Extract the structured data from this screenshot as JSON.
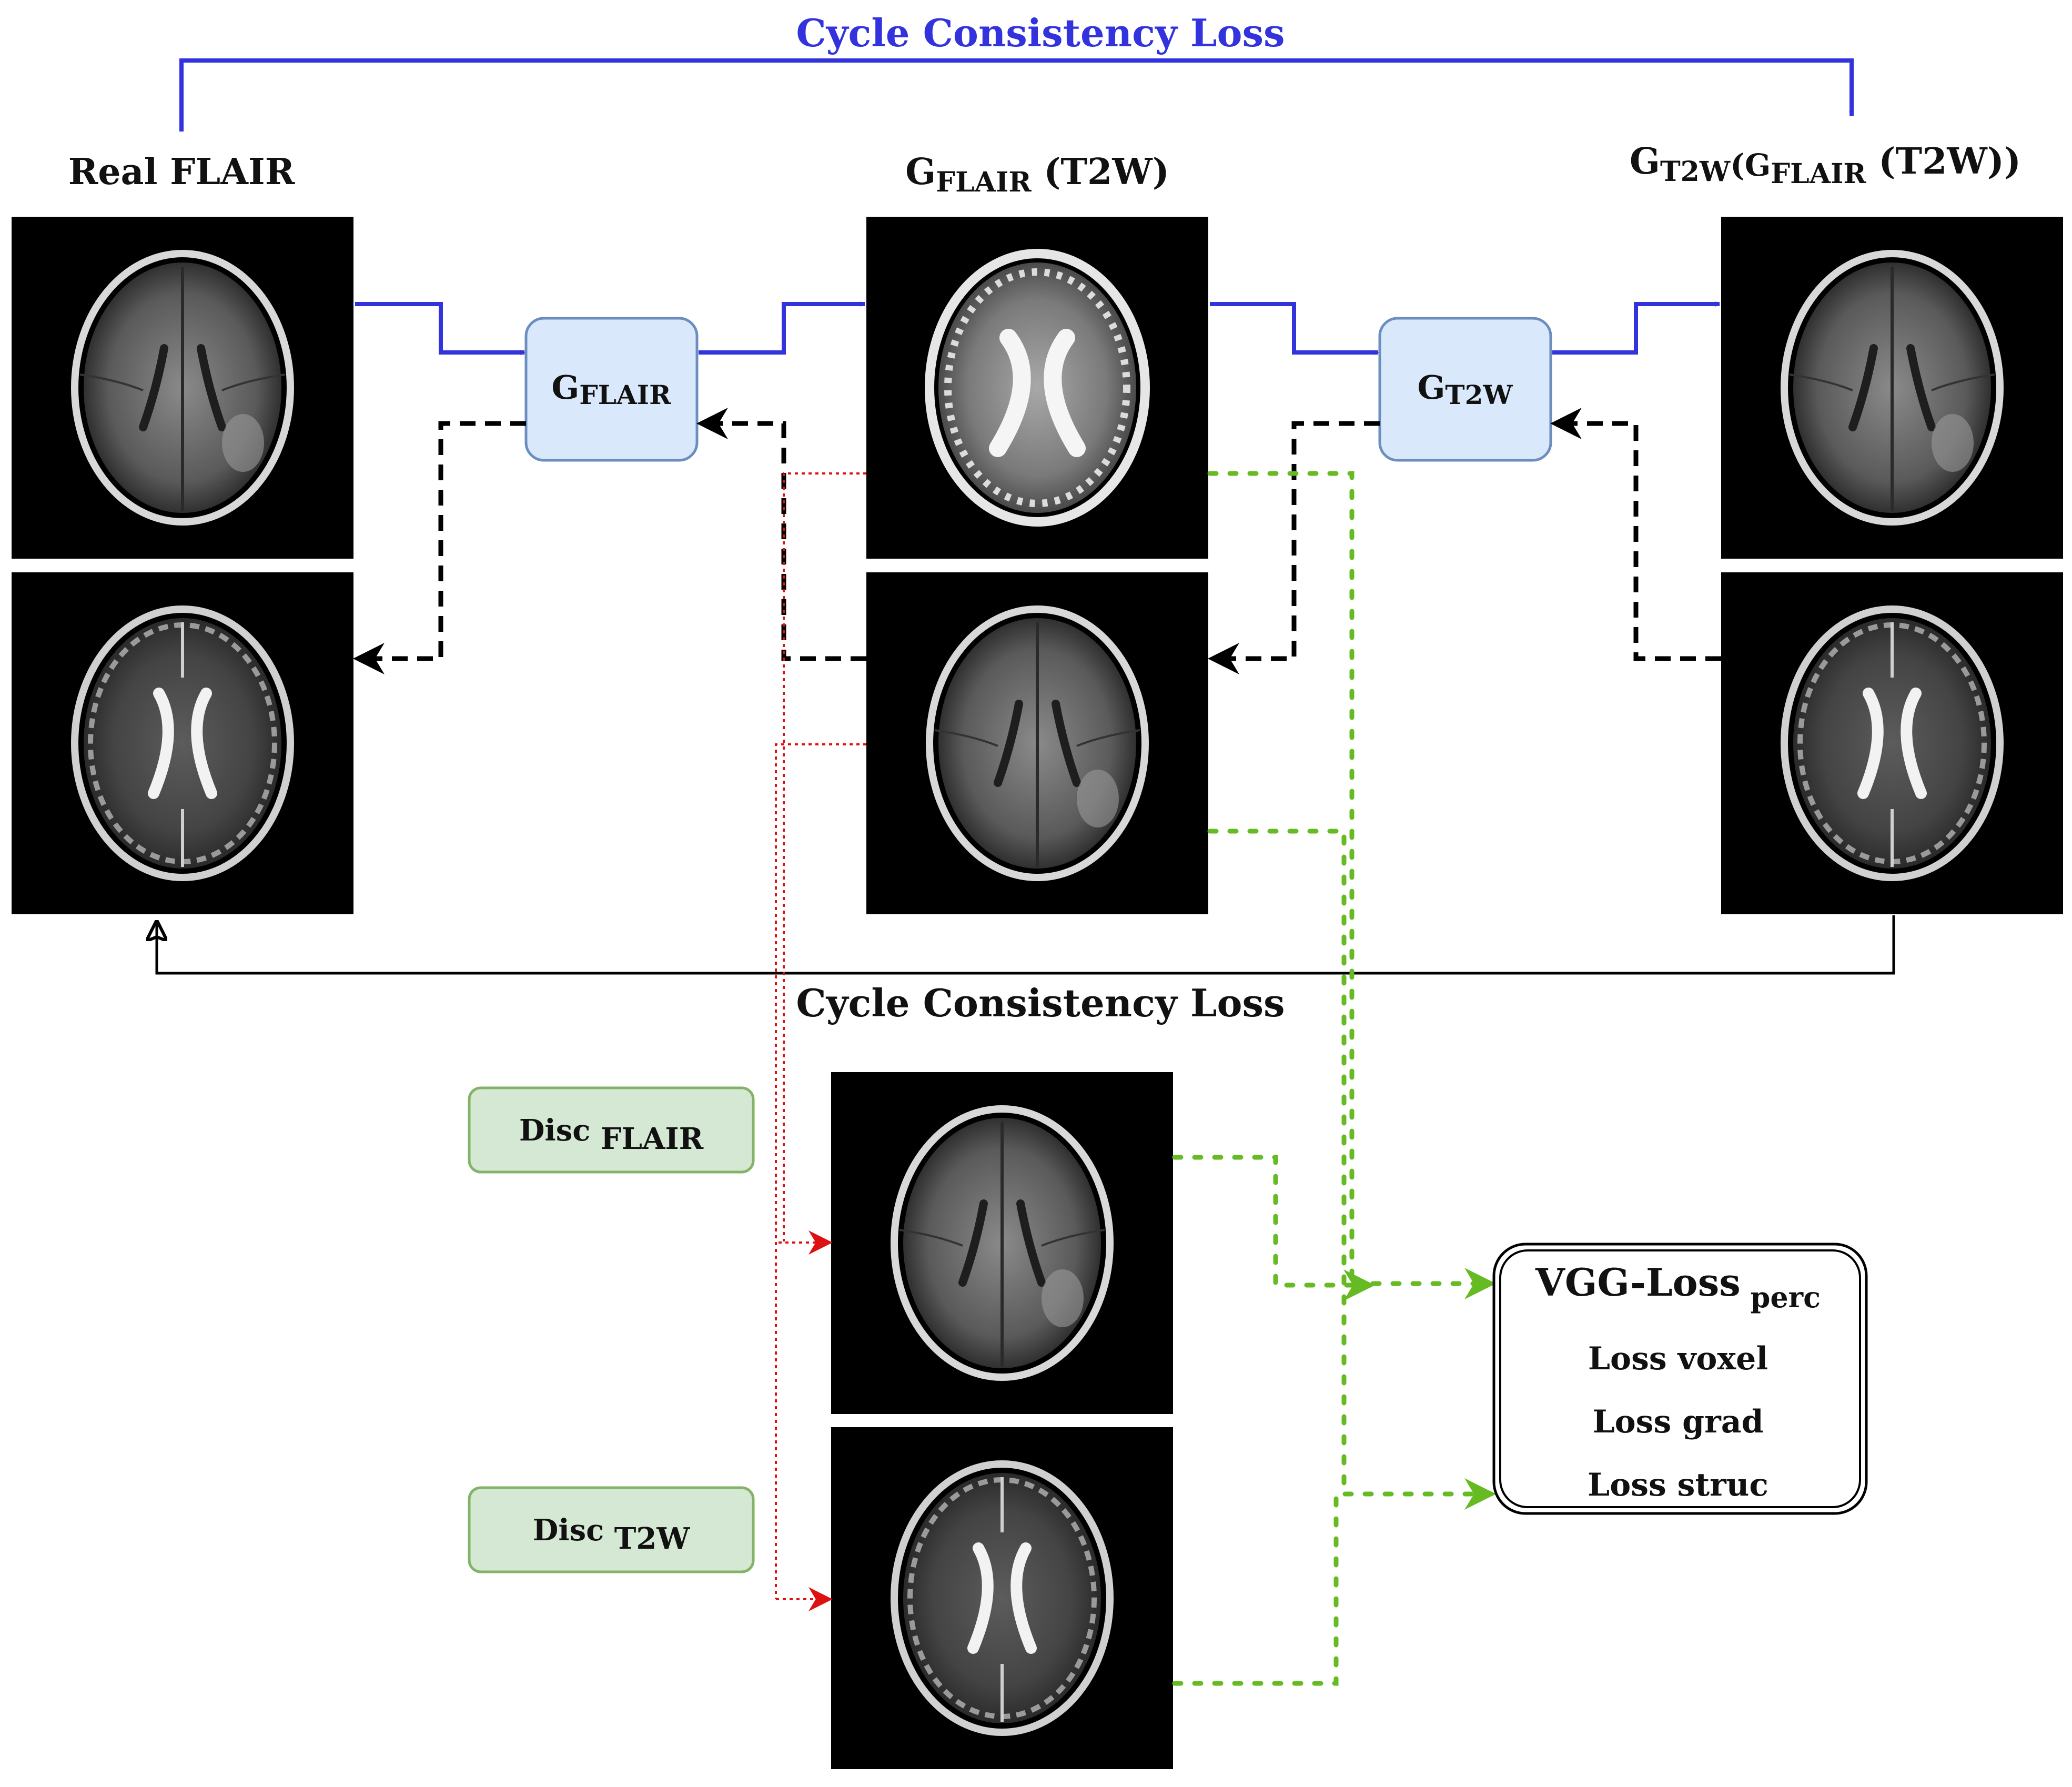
{
  "top_loss_label": "Cycle Consistency Loss",
  "bottom_loss_label": "Cycle Consistency Loss",
  "titles": {
    "real_flair": "Real FLAIR",
    "g_flair_t2w": {
      "base": "G",
      "sub": "FLAIR",
      "suffix": " (T2W)"
    },
    "g_t2w_g_flair": {
      "base1": "G",
      "sub1": "T2W",
      "paren": "(",
      "base2": "G",
      "sub2": "FLAIR",
      "suffix": " (T2W))"
    }
  },
  "generators": {
    "g_flair": {
      "base": "G",
      "sub": "FLAIR"
    },
    "g_t2w": {
      "base": "G",
      "sub": "T2W"
    }
  },
  "discriminators": {
    "disc_flair": {
      "base": "Disc",
      "sub": " FLAIR"
    },
    "disc_t2w": {
      "base": "Disc",
      "sub": " T2W"
    }
  },
  "loss_box": {
    "vgg_base": "VGG-Loss",
    "vgg_sub": " perc",
    "voxel": "Loss voxel",
    "grad": "Loss grad",
    "struc": "Loss struc"
  },
  "colors": {
    "forward_arrow": "#3333dd",
    "top_loss_text": "#3333dd",
    "backward_arrow": "#000000",
    "disc_link": "#dd1111",
    "perceptual_link": "#66bb22",
    "generator_fill": "#dae8fc",
    "generator_stroke": "#6c8ebf",
    "disc_fill": "#d5e8d4",
    "disc_stroke": "#82b366"
  }
}
